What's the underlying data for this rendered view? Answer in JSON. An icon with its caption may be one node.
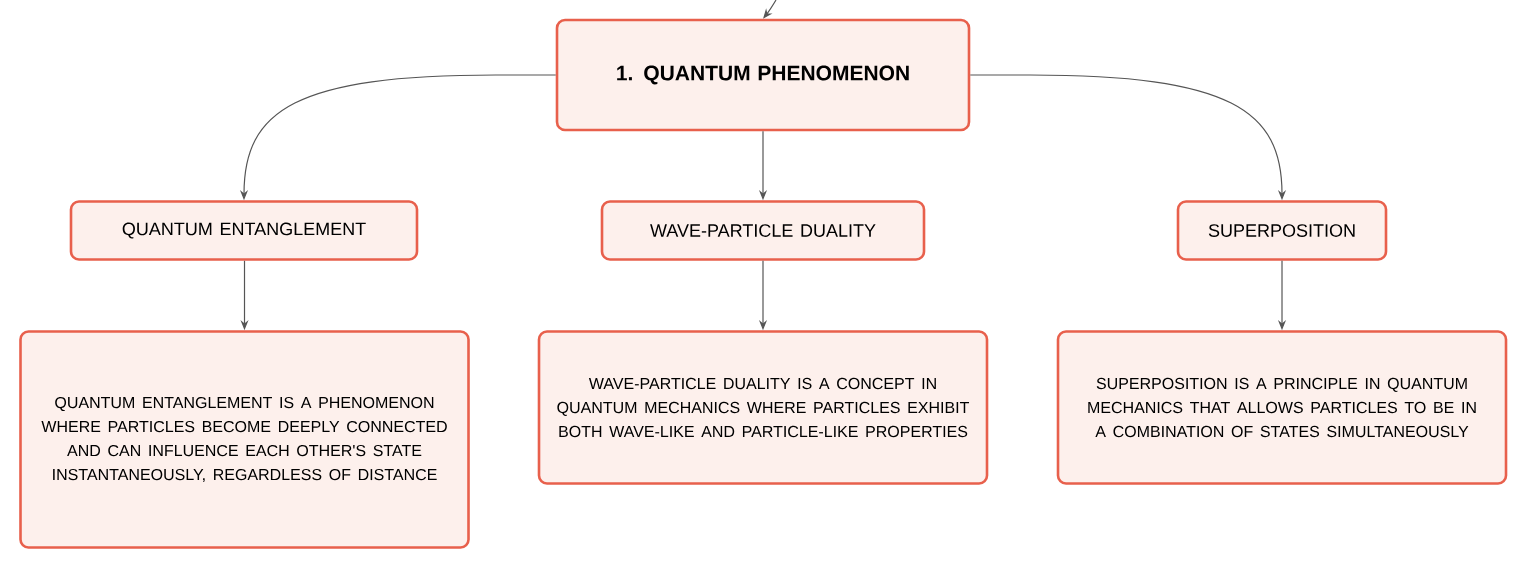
{
  "diagram": {
    "nodes": [
      {
        "text": [
          "1. QUANTUM PHENOMENON"
        ]
      },
      {
        "text": [
          "QUANTUM ENTANGLEMENT"
        ]
      },
      {
        "text": [
          "WAVE-PARTICLE DUALITY"
        ]
      },
      {
        "text": [
          "SUPERPOSITION"
        ]
      },
      {
        "text": [
          "QUANTUM ENTANGLEMENT IS A PHENOMENON WHERE PARTICLES BECOME DEEPLY CONNECTED AND CAN INFLUENCE EACH OTHER'S STATE INSTANTANEOUSLY, REGARDLESS OF DISTANCE"
        ]
      },
      {
        "text": [
          "WAVE-PARTICLE DUALITY IS A CONCEPT IN QUANTUM MECHANICS WHERE PARTICLES EXHIBIT BOTH WAVE-LIKE AND PARTICLE-LIKE PROPERTIES"
        ]
      },
      {
        "text": [
          "SUPERPOSITION IS A PRINCIPLE IN QUANTUM MECHANICS THAT ALLOWS PARTICLES TO BE IN A COMBINATION OF STATES SIMULTANEOUSLY"
        ]
      }
    ],
    "edges": [
      {
        "from": null,
        "to": 0,
        "arrow": "to"
      },
      {
        "from": 0,
        "to": 1,
        "arrow": "to"
      },
      {
        "from": 0,
        "to": 2,
        "arrow": "to"
      },
      {
        "from": 0,
        "to": 3,
        "arrow": "to"
      },
      {
        "from": 1,
        "to": 4,
        "arrow": "to"
      },
      {
        "from": 2,
        "to": 5,
        "arrow": "to"
      },
      {
        "from": 3,
        "to": 6,
        "arrow": "to"
      }
    ]
  }
}
